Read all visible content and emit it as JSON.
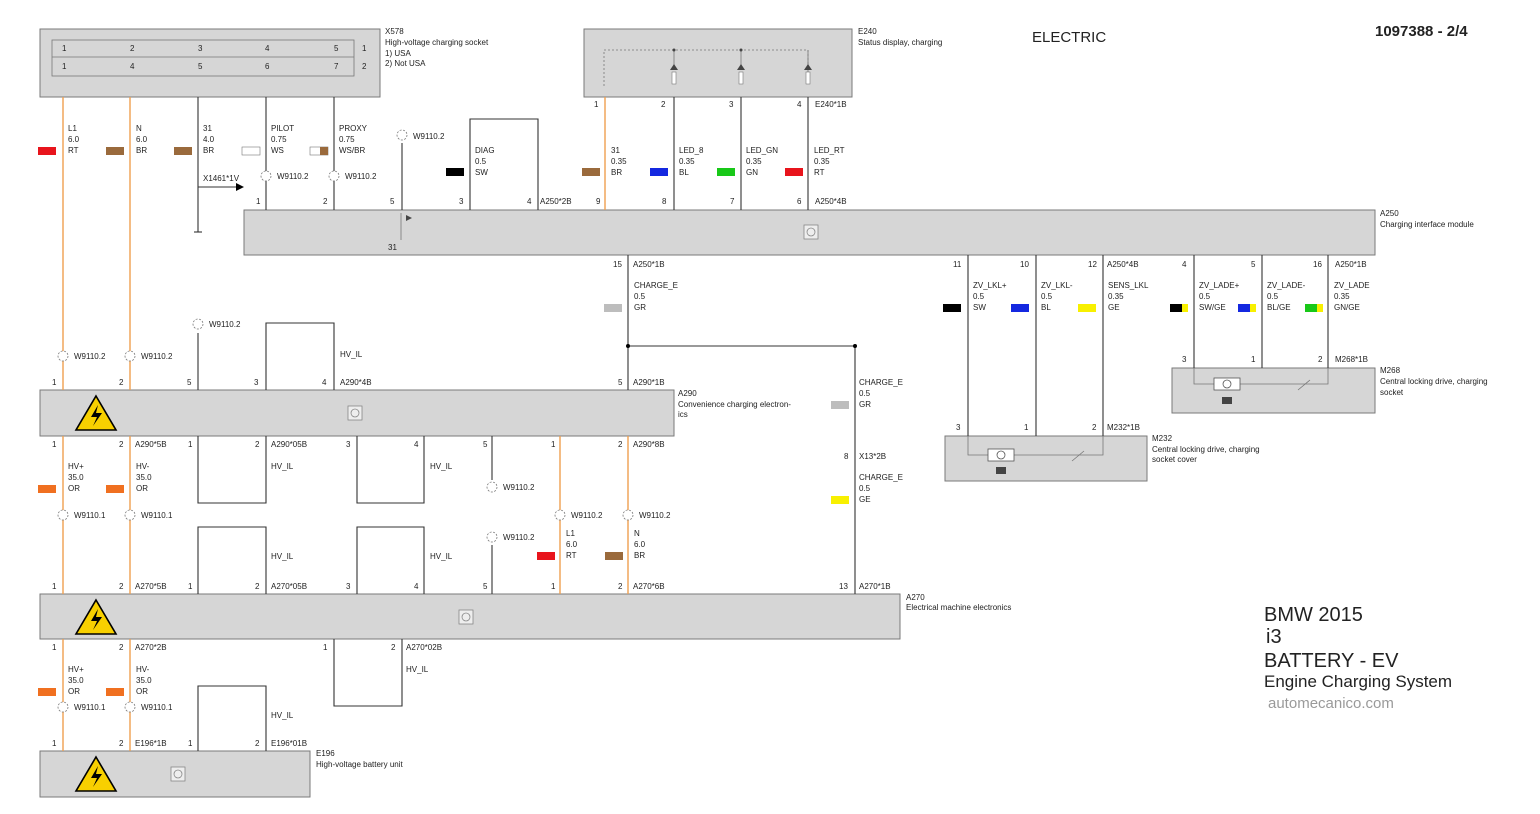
{
  "sheet": {
    "section": "ELECTRIC",
    "page_ref": "1097388 - 2/4"
  },
  "vehicle": {
    "line1": "BMW 2015",
    "line2": "i3",
    "line3": "BATTERY - EV",
    "line4": "Engine Charging System",
    "website": "automecanico.com"
  },
  "components": {
    "x578": {
      "code": "X578",
      "name": "High-voltage charging socket",
      "note1": "1)   USA",
      "note2": "2)   Not USA",
      "top_pins": [
        "1",
        "2",
        "3",
        "4",
        "5"
      ],
      "bottom_pins": [
        "1",
        "4",
        "5",
        "6",
        "7"
      ],
      "row_marks": [
        "1",
        "2"
      ]
    },
    "e240": {
      "code": "E240",
      "name": "Status display, charging",
      "conn": "E240*1B"
    },
    "a250": {
      "code": "A250",
      "name": "Charging interface module",
      "conn_2b": "A250*2B",
      "conn_4b": "A250*4B",
      "conn_1b": "A250*1B",
      "ground_pin": "31"
    },
    "a290": {
      "code": "A290",
      "name": "Convenience charging electron-",
      "name2": "ics",
      "conn_4b": "A290*4B",
      "conn_1b": "A290*1B",
      "conn_5b": "A290*5B",
      "conn_05b": "A290*05B",
      "conn_8b": "A290*8B"
    },
    "a270": {
      "code": "A270",
      "name": "Electrical machine electronics",
      "conn_5b": "A270*5B",
      "conn_05b": "A270*05B",
      "conn_6b": "A270*6B",
      "conn_1b": "A270*1B",
      "conn_2b": "A270*2B",
      "conn_02b": "A270*02B"
    },
    "e196": {
      "code": "E196",
      "name": "High-voltage battery unit",
      "conn_1b": "E196*1B",
      "conn_01b": "E196*01B"
    },
    "m232": {
      "code": "M232",
      "name": "Central locking drive, charging",
      "name2": "socket cover",
      "conn": "M232*1B"
    },
    "m268": {
      "code": "M268",
      "name": "Central locking drive, charging",
      "name2": "socket",
      "conn": "M268*1B"
    },
    "x13": {
      "conn": "X13*2B"
    },
    "x1461": {
      "label": "X1461*1V"
    }
  },
  "wires": {
    "l1_top": {
      "name": "L1",
      "size": "6.0",
      "color": "RT"
    },
    "n_top": {
      "name": "N",
      "size": "6.0",
      "color": "BR"
    },
    "gnd_top": {
      "name": "31",
      "size": "4.0",
      "color": "BR"
    },
    "pilot": {
      "name": "PILOT",
      "size": "0.75",
      "color": "WS"
    },
    "proxy": {
      "name": "PROXY",
      "size": "0.75",
      "color": "WS/BR"
    },
    "diag": {
      "name": "DIAG",
      "size": "0.5",
      "color": "SW"
    },
    "e240_31": {
      "name": "31",
      "size": "0.35",
      "color": "BR"
    },
    "led8": {
      "name": "LED_8",
      "size": "0.35",
      "color": "BL"
    },
    "ledgn": {
      "name": "LED_GN",
      "size": "0.35",
      "color": "GN"
    },
    "ledrt": {
      "name": "LED_RT",
      "size": "0.35",
      "color": "RT"
    },
    "charge_e_gr": {
      "name": "CHARGE_E",
      "size": "0.5",
      "color": "GR"
    },
    "charge_e_gr2": {
      "name": "CHARGE_E",
      "size": "0.5",
      "color": "GR"
    },
    "charge_e_ge": {
      "name": "CHARGE_E",
      "size": "0.5",
      "color": "GE"
    },
    "zv_lkl_p": {
      "name": "ZV_LKL+",
      "size": "0.5",
      "color": "SW"
    },
    "zv_lkl_m": {
      "name": "ZV_LKL-",
      "size": "0.5",
      "color": "BL"
    },
    "sens_lkl": {
      "name": "SENS_LKL",
      "size": "0.35",
      "color": "GE"
    },
    "zv_lade_p": {
      "name": "ZV_LADE+",
      "size": "0.5",
      "color": "SW/GE"
    },
    "zv_lade_m": {
      "name": "ZV_LADE-",
      "size": "0.5",
      "color": "BL/GE"
    },
    "zv_lade": {
      "name": "ZV_LADE",
      "size": "0.35",
      "color": "GN/GE"
    },
    "hvp_1": {
      "name": "HV+",
      "size": "35.0",
      "color": "OR"
    },
    "hvm_1": {
      "name": "HV-",
      "size": "35.0",
      "color": "OR"
    },
    "hvp_2": {
      "name": "HV+",
      "size": "35.0",
      "color": "OR"
    },
    "hvm_2": {
      "name": "HV-",
      "size": "35.0",
      "color": "OR"
    },
    "l1_mid": {
      "name": "L1",
      "size": "6.0",
      "color": "RT"
    },
    "n_mid": {
      "name": "N",
      "size": "6.0",
      "color": "BR"
    },
    "hv_il": "HV_IL"
  },
  "shielding": {
    "w2": "W9110.2",
    "w1": "W9110.1"
  },
  "wire_colors": {
    "RT": "#e8141c",
    "BR": "#9a6a3c",
    "WS": "#ffffff",
    "SW": "#000000",
    "BL": "#1428e0",
    "GN": "#18c818",
    "GR": "#bdbdbd",
    "GE": "#f8f000",
    "OR": "#f07020",
    "HV": "#f0a050"
  }
}
